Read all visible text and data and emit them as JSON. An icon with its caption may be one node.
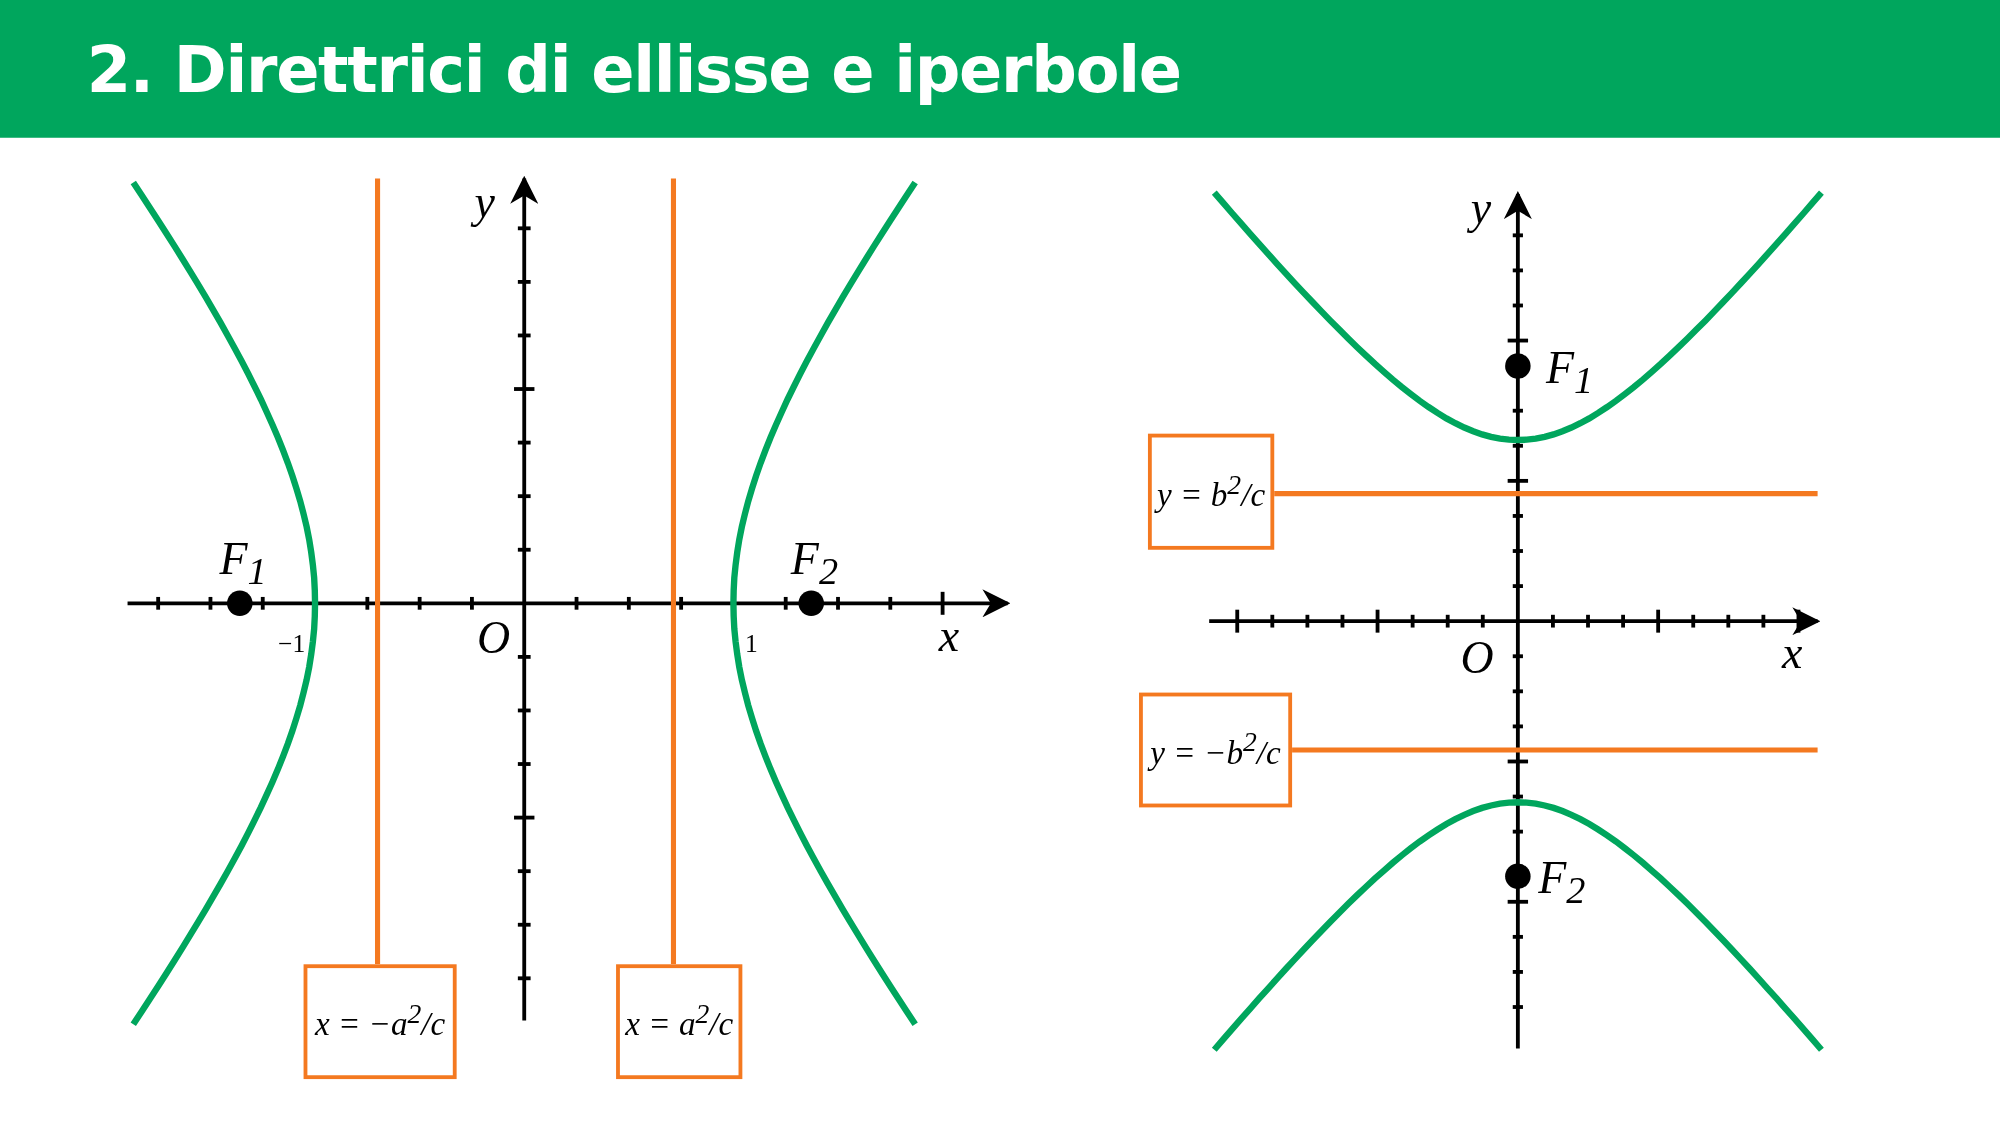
{
  "diagram": {
    "title": "2. Direttrici di ellisse e iperbole",
    "nodes": [
      {
        "text": [
          "x = −a$^{2}$/c"
        ]
      },
      {
        "text": [
          "x = a$^{2}$/c"
        ]
      },
      {
        "text": [
          "y = b$^{2}$/c"
        ]
      },
      {
        "text": [
          "y = −b$^{2}$/c"
        ]
      }
    ],
    "labels": [
      "y",
      "F$_{1}$",
      "F$_{2}$",
      "−1",
      "O",
      "1",
      "x",
      "y",
      "F$_{1}$",
      "O",
      "x",
      "F$_{2}$"
    ]
  }
}
